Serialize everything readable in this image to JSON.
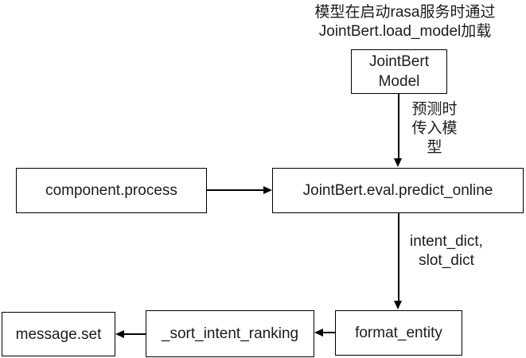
{
  "diagram": {
    "top_annotation": "模型在启动rasa服务时通过\nJointBert.load_model加载",
    "nodes": {
      "jointbert_model": "JointBert\nModel",
      "component_process": "component.process",
      "predict_online": "JointBert.eval.predict_online",
      "format_entity": "format_entity",
      "sort_intent_ranking": "_sort_intent_ranking",
      "message_set": "message.set"
    },
    "edge_labels": {
      "predict_input": "预测时\n传入模\n型",
      "dict_output": "intent_dict,\nslot_dict"
    },
    "colors": {
      "line": "#000000",
      "text": "#1c1c1c",
      "background": "#ffffff"
    }
  }
}
